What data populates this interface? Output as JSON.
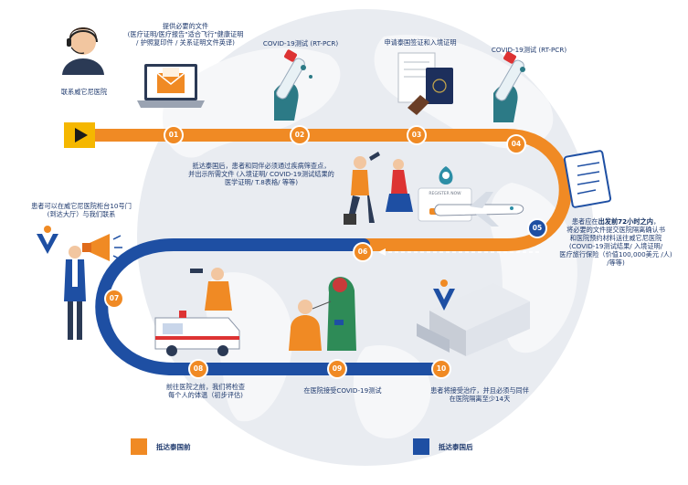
{
  "colors": {
    "orange": "#f08a24",
    "blue": "#1e4fa3",
    "dark": "#0d2a5c"
  },
  "labels": {
    "contact": "联系威它尼医院",
    "docs_1": "提供必要的文件",
    "docs_2": "(医疗证明/医疗报告\"适合飞行\"健康证明",
    "docs_3": "/ 护照复印件 / 关系证明文件英译)",
    "pcr1": "COVID-19测试 (RT-PCR)",
    "visa": "申请泰国签证和入境证明",
    "pcr2": "COVID-19测试 (RT-PCR)",
    "arrive_1": "抵达泰国后，患者和同伴必须通过疾病筛查点，",
    "arrive_2": "并出示所需文件 (入境证明/ COVID-19测试结果的",
    "arrive_3": "医学证明/ T.8表格/ 等等)",
    "submit_1a": "患者应在",
    "submit_1b": "出发前72小时之内",
    "submit_1c": "，",
    "submit_2": "将必要的文件提交医院隔离确认书",
    "submit_3": "和医院预约材料送往威它尼医院",
    "submit_4": "(COVID-19测试结果/ 入境证明/",
    "submit_5": "医疗旅行保险（价值100,000美元 /人)",
    "submit_6": "/等等)",
    "counter_1": "患者可以在威它尼医院柜台10号门",
    "counter_2": "(到达大厅）与我们联系",
    "check_1": "前往医院之前，我们将检查",
    "check_2": "每个人的体温（初步评估)",
    "test": "在医院接受COVID-19测试",
    "quarantine_1": "患者将接受治疗，并且必须与同伴",
    "quarantine_2": "在医院隔离至少14天",
    "register_now": "REGISTER NOW"
  },
  "steps": [
    "01",
    "02",
    "03",
    "04",
    "05",
    "06",
    "07",
    "08",
    "09",
    "10"
  ],
  "legend": {
    "before": "抵达泰国前",
    "after": "抵达泰国后"
  },
  "icons": [
    "headset-agent-icon",
    "laptop-mail-icon",
    "test-tube-icon",
    "passport-icon",
    "test-tube-icon",
    "checklist-icon",
    "airplane-icon",
    "travelers-icon",
    "megaphone-icon",
    "doctor-icon",
    "ambulance-icon",
    "swab-test-icon",
    "hospital-building-icon",
    "hospital-logo-icon"
  ]
}
